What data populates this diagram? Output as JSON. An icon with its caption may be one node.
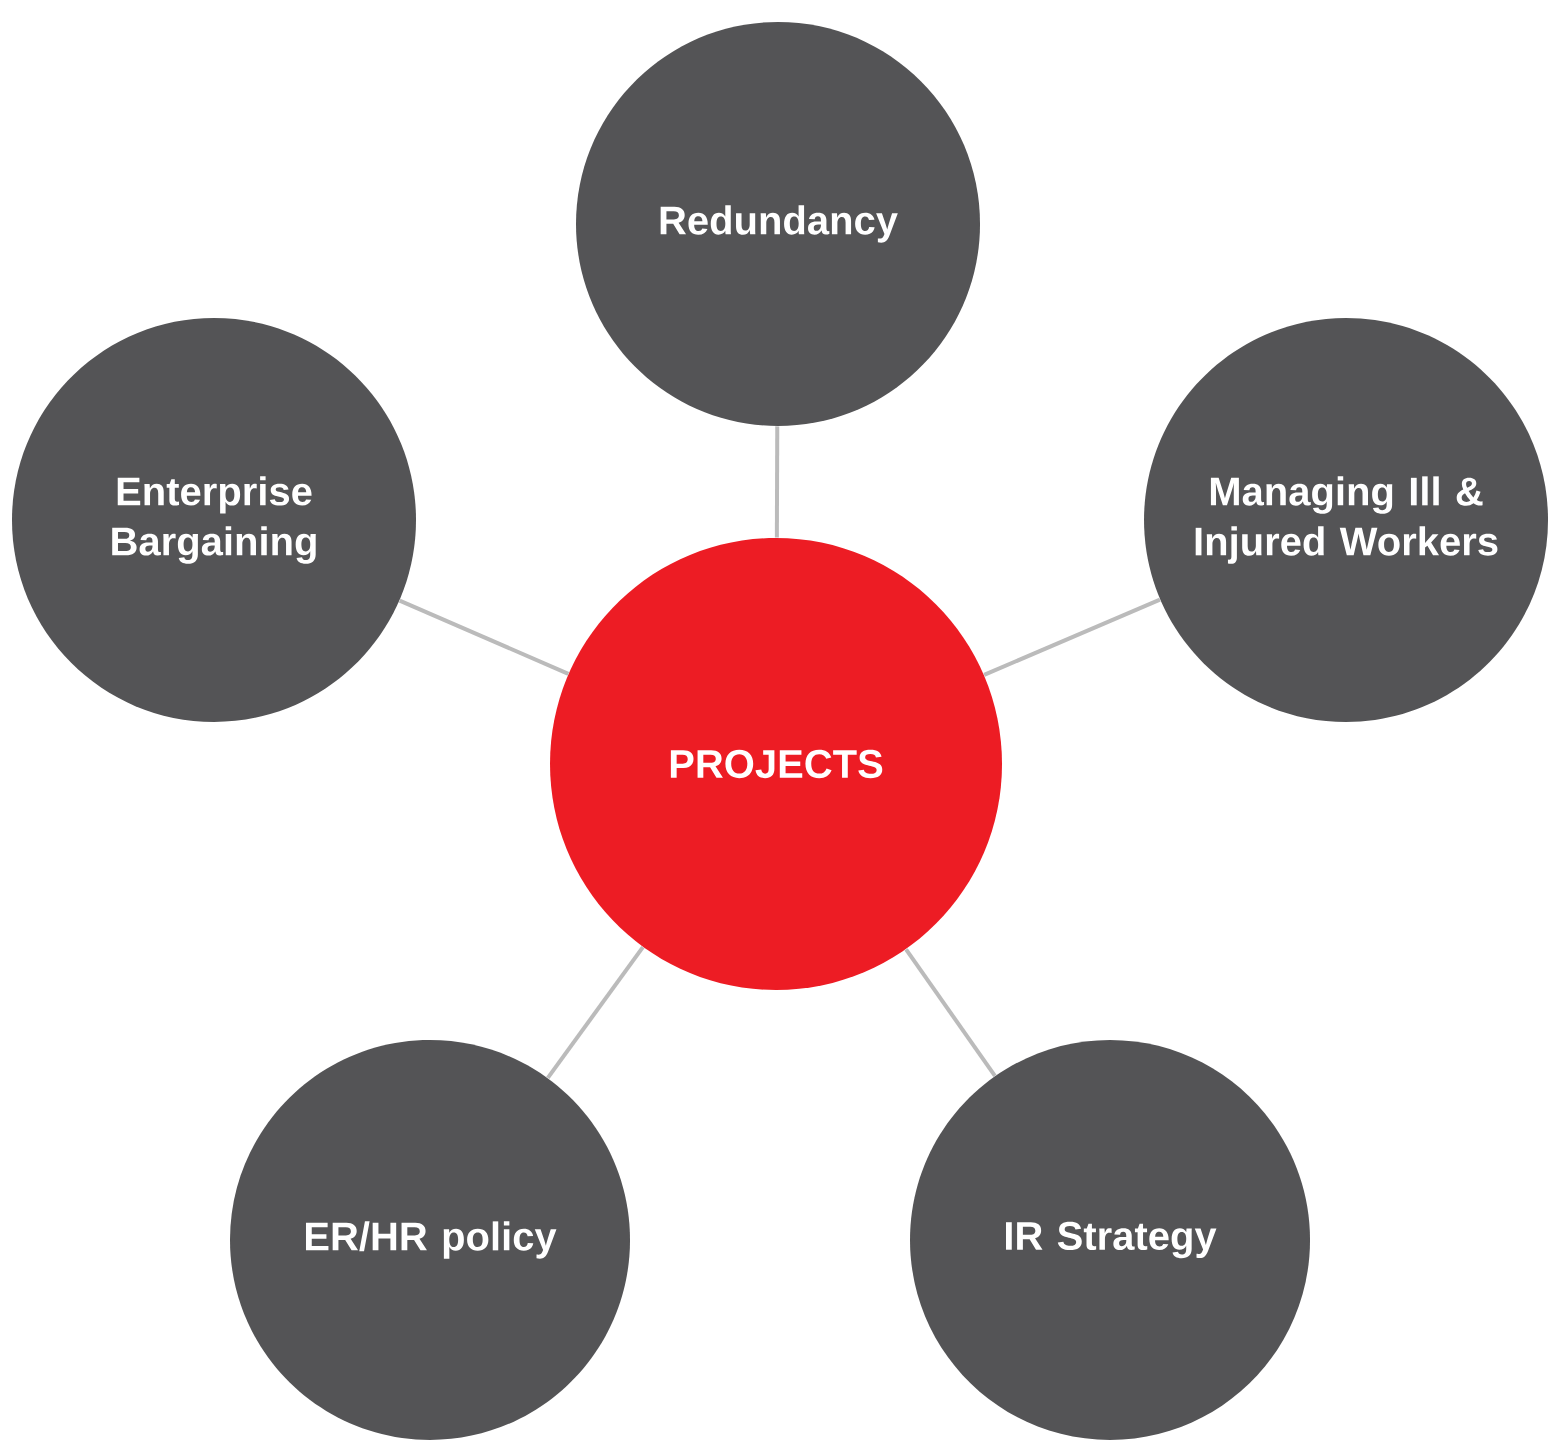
{
  "diagram": {
    "nodes": [
      {
        "text": [
          "Redundancy"
        ]
      },
      {
        "text": [
          "Enterprise Bargaining"
        ]
      },
      {
        "text": [
          "Managing Ill & Injured Workers"
        ]
      },
      {
        "text": [
          "PROJECTS"
        ]
      },
      {
        "text": [
          "ER/HR policy"
        ]
      },
      {
        "text": [
          "IR Strategy"
        ]
      }
    ],
    "edges": [
      {
        "from": 3,
        "to": 0,
        "arrow": "none"
      },
      {
        "from": 3,
        "to": 1,
        "arrow": "none"
      },
      {
        "from": 3,
        "to": 2,
        "arrow": "none"
      },
      {
        "from": 3,
        "to": 4,
        "arrow": "none"
      },
      {
        "from": 3,
        "to": 5,
        "arrow": "none"
      }
    ]
  }
}
